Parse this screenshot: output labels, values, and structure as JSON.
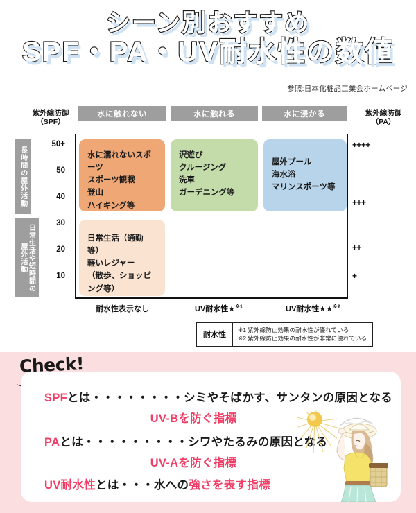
{
  "title": {
    "line1": "シーン別おすすめ",
    "line2": "SPF・PA・UV耐水性の数値",
    "source": "参照:日本化粧品工業会ホームページ"
  },
  "chart": {
    "left_axis_caption": "紫外線防御\n（SPF）",
    "right_axis_caption": "紫外線防御\n（PA）",
    "column_headers": [
      "水に触れない",
      "水に触れる",
      "水に浸かる"
    ],
    "spf_ticks": [
      "50+",
      "50",
      "40",
      "30",
      "20",
      "10"
    ],
    "pa_ticks": [
      "++++",
      "+++",
      "++",
      "+"
    ],
    "side_labels": [
      "長時間の屋外活動",
      "日常生活や短時間の屋外活動"
    ],
    "scene_cards": [
      {
        "color": "#efa776",
        "items": "水に濡れないスポーツ\nスポーツ観戦\n登山\nハイキング等"
      },
      {
        "color": "#c3dcaa",
        "items": "沢遊び\nクルージング\n洗車\nガーデニング等"
      },
      {
        "color": "#b7d4ea",
        "items": "屋外プール\n海水浴\nマリンスポーツ等"
      },
      {
        "color": "#fae3d1",
        "items": "日常生活（通勤等）\n軽いレジャー\n（散歩、ショッピング等）"
      }
    ],
    "x_labels": [
      "耐水性表示なし",
      "UV耐水性★",
      "UV耐水性★★"
    ],
    "x_label_marks": [
      "",
      "※1",
      "※2"
    ],
    "footnote": {
      "key": "耐水性",
      "note1": "※1 紫外線防止効果の耐水性が優れている",
      "note2": "※2 紫外線防止効果の耐水性が非常に優れている"
    }
  },
  "check": {
    "badge": "Check!",
    "rows": [
      {
        "term": "SPF",
        "connector": "とは・・・・・・・・",
        "text": "シミやそばかす、サンタンの原因となる",
        "sub": "UV-Bを防ぐ指標"
      },
      {
        "term": "PA",
        "connector": "とは・・・・・・・・・",
        "text": "シワやたるみの原因となる",
        "sub": "UV-Aを防ぐ指標"
      },
      {
        "term": "UV耐水性",
        "connector": "とは・・・",
        "text": "水への",
        "sub": "強さを表す指標"
      }
    ]
  },
  "colors": {
    "accent_pink": "#ef3d66",
    "panel_pink": "#fbdfe0",
    "header_grey": "#9e9e9e",
    "title_shadow": "#cfe2f3"
  }
}
